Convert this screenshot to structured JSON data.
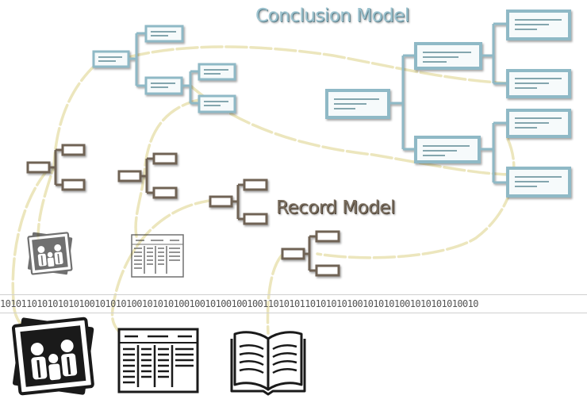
{
  "titles": {
    "conclusion_model": "Conclusion Model",
    "record_model": "Record Model"
  },
  "binary_strip": "1010110101010101001010101001010101001001010010010011010101101010101001010101001010101010010",
  "colors": {
    "conclusion_box": "#8fb9c6",
    "conclusion_box_dark": "#5f8995",
    "record_box": "#6f6454",
    "connector": "#ece6bd",
    "source_icon": "#1a1a1a"
  },
  "icons": {
    "family_photo": "family-photo-icon",
    "census_record": "census-record-icon",
    "book": "open-book-icon"
  }
}
